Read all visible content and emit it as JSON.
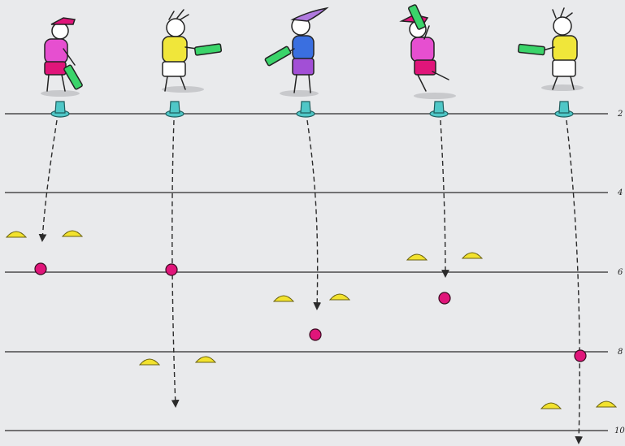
{
  "distance_markers": [
    "2",
    "4",
    "6",
    "8",
    "10"
  ],
  "colors": {
    "background": "#e9eaec",
    "line": "#2b2b2b",
    "tee_cone": "#4fc7c7",
    "ball": "#e0157a",
    "marker_disc": "#f2e22e",
    "bat": "#3bd46a",
    "shirts": [
      "#e64fd0",
      "#f0e63a",
      "#3a6fe0",
      "#e64fd0",
      "#f0e63a"
    ],
    "shorts": [
      "#e0157a",
      "#ffffff",
      "#a24fd6",
      "#e0157a",
      "#ffffff"
    ]
  },
  "icons": {
    "player": "stick-figure-batter",
    "tee": "batting-tee-icon",
    "ball": "ball-icon",
    "disc": "marker-disc-icon"
  }
}
